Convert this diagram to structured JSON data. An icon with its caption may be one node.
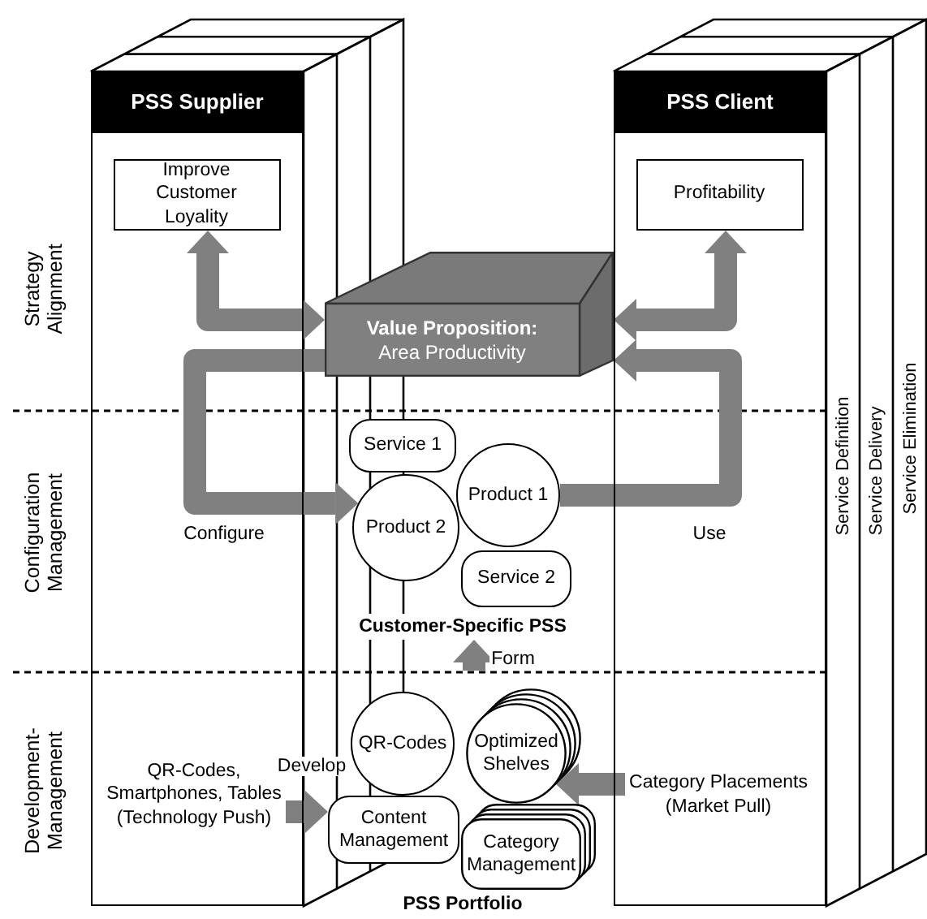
{
  "diagram": {
    "nodes": [
      {
        "text": [
          "PSS Supplier"
        ]
      },
      {
        "text": [
          "Improve Customer Loyality"
        ],
        "in": 0
      },
      {
        "text": [
          "PSS Client"
        ]
      },
      {
        "text": [
          "Profitability"
        ],
        "in": 2
      },
      {
        "text": [
          "Value Proposition:",
          "Area Productivity"
        ]
      },
      {
        "text": [
          "Service 1"
        ]
      },
      {
        "text": [
          "Product 1"
        ]
      },
      {
        "text": [
          "Product 2"
        ]
      },
      {
        "text": [
          "Service 2"
        ]
      },
      {
        "text": [
          "Customer-Specific PSS"
        ]
      },
      {
        "text": [
          "QR-Codes"
        ]
      },
      {
        "text": [
          "Optimized Shelves"
        ]
      },
      {
        "text": [
          "Content Management"
        ]
      },
      {
        "text": [
          "Category Management"
        ]
      },
      {
        "text": [
          "PSS Portfolio"
        ]
      },
      {
        "text": [
          "QR-Codes, Smartphones, Tables (Technology Push)"
        ],
        "in": 0
      },
      {
        "text": [
          "Category Placements (Market Pull)"
        ],
        "in": 2
      }
    ],
    "edges": [
      {
        "from": 1,
        "to": 4,
        "arrow": "both"
      },
      {
        "from": 3,
        "to": 4,
        "arrow": "both"
      },
      {
        "from": 4,
        "to": 7,
        "arrow": "to",
        "label": "Configure"
      },
      {
        "from": 6,
        "to": 4,
        "arrow": "to",
        "label": "Use"
      },
      {
        "from": 15,
        "to": 12,
        "arrow": "to",
        "label": "Develop"
      },
      {
        "from": 16,
        "to": 11,
        "arrow": "to"
      },
      {
        "from": null,
        "to": 9,
        "arrow": "to",
        "label": "Form"
      }
    ],
    "labels": [
      "Strategy Alignment",
      "Configuration Management",
      "Development-Management",
      "Service Definition",
      "Service Delivery",
      "Service Elimination"
    ]
  }
}
